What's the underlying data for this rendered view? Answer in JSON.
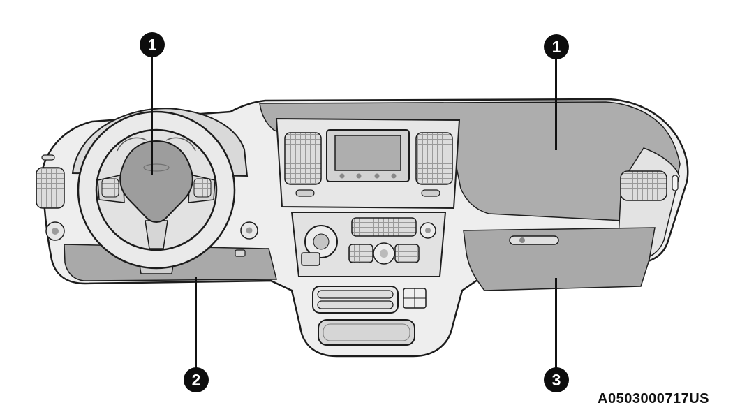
{
  "figure": {
    "type": "vehicle-dashboard-callout-diagram",
    "code": "A0503000717US",
    "callouts": [
      {
        "label": "1",
        "position": "top-left",
        "points_to": "driver-front-airbag-steering-wheel"
      },
      {
        "label": "1",
        "position": "top-right",
        "points_to": "passenger-front-airbag-dashboard"
      },
      {
        "label": "2",
        "position": "bottom-left",
        "points_to": "driver-knee-area"
      },
      {
        "label": "3",
        "position": "bottom-right",
        "points_to": "passenger-knee-area"
      }
    ],
    "colors": {
      "background": "#ffffff",
      "line_art": "#1c1c1c",
      "shaded_region": "#a9a9a9",
      "panel_light": "#e9e9e9",
      "badge_fill": "#0d0d0d",
      "badge_text": "#ffffff"
    }
  }
}
